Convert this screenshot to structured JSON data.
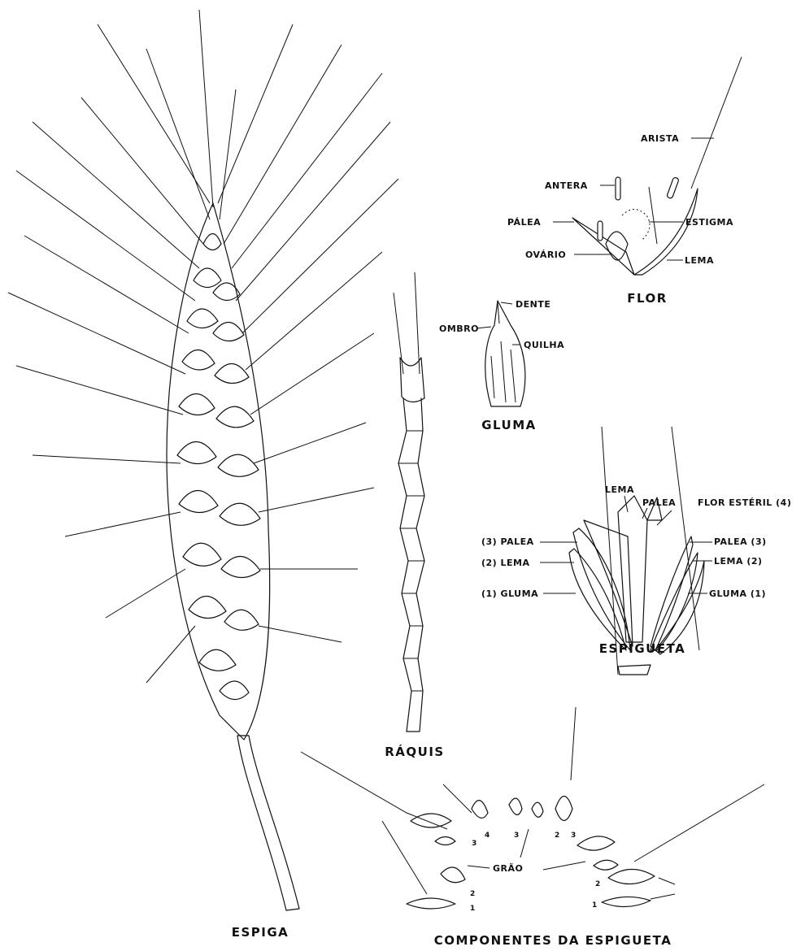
{
  "captions": {
    "espiga": "ESPIGA",
    "componentes": "COMPONENTES DA ESPIGUETA",
    "raquis": "RÁQUIS",
    "gluma": "GLUMA",
    "flor": "FLOR",
    "espigueta": "ESPIGUETA"
  },
  "flor_labels": {
    "arista": "ARISTA",
    "antera": "ANTERA",
    "palea": "PÁLEA",
    "estigma": "ESTIGMA",
    "ovario": "OVÁRIO",
    "lema": "LEMA"
  },
  "gluma_labels": {
    "dente": "DENTE",
    "ombro": "OMBRO",
    "quilha": "QUILHA"
  },
  "espigueta_labels": {
    "lema": "LEMA",
    "palea": "PALEA",
    "flor_esteril": "FLOR ESTÉRIL (4)",
    "palea_3_left": "(3) PALEA",
    "lema_2_left": "(2) LEMA",
    "gluma_1_left": "(1) GLUMA",
    "palea_3_right": "PALEA (3)",
    "lema_2_right": "LEMA (2)",
    "gluma_1_right": "GLUMA (1)"
  },
  "componentes_labels": {
    "grao": "GRÃO",
    "n1_left": "1",
    "n2_left": "2",
    "n3_left": "3",
    "n4_left": "4",
    "n3_mid": "3",
    "n2_mid": "2",
    "n3_right": "3",
    "n2_right": "2",
    "n1_right": "1"
  }
}
